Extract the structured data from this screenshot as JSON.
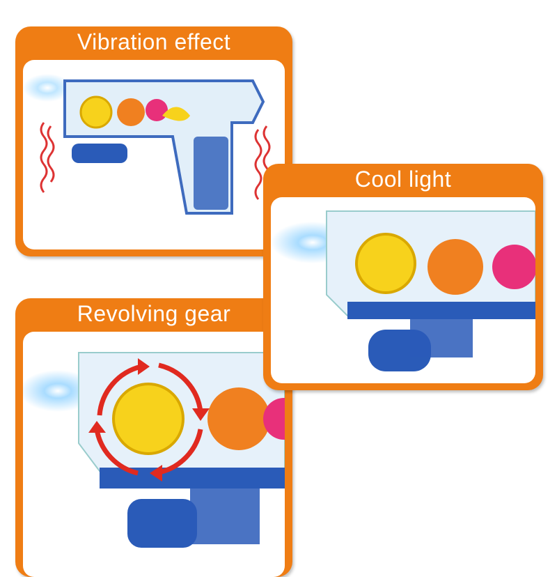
{
  "panels": [
    {
      "title": "Vibration effect"
    },
    {
      "title": "Cool light"
    },
    {
      "title": "Revolving gear"
    }
  ],
  "colors": {
    "orange": "#ef7d14",
    "blue": "#2a5bb8",
    "yellow": "#f7d21c",
    "gear_orange": "#f08020",
    "pink": "#e8307a",
    "arrow_red": "#e02a20"
  }
}
